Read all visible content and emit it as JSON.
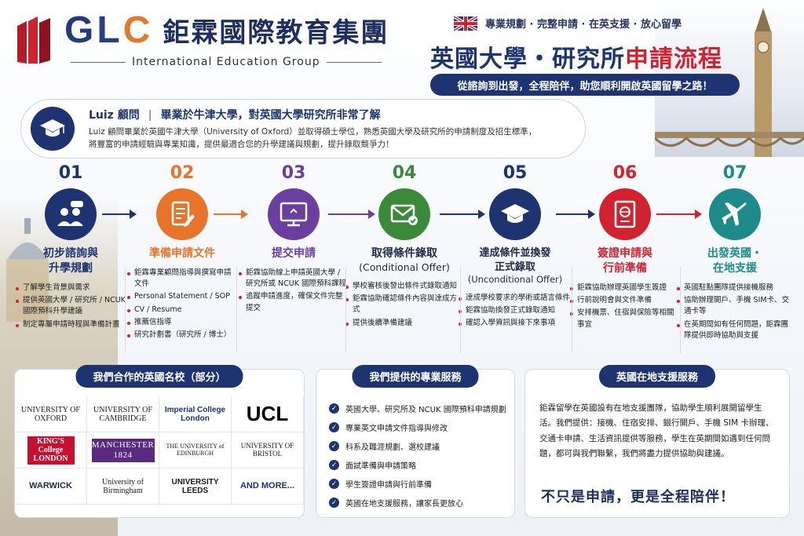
{
  "header": {
    "brand_letters": [
      "G",
      "L",
      "C"
    ],
    "brand_cn": "鉅霖國際教育集團",
    "brand_en": "International Education Group",
    "tagline": "專業規劃 · 完整申請 · 在英支援 · 放心留學",
    "title_main": "英國大學・研究所",
    "title_accent": "申請流程",
    "subtitle": "從諮詢到出發，全程陪伴，助您順利開啟英國留學之路！"
  },
  "advisor": {
    "name": "Luiz 顧問",
    "headline": "畢業於牛津大學，對英國大學研究所非常了解",
    "desc_line1": "Luiz 顧問畢業於英國牛津大學（University of Oxford）並取得碩士學位，熟悉英國大學及研究所的申請制度及招生標準，",
    "desc_line2": "將豐富的申請經驗與專業知識，提供最適合您的升學建議與規劃，提升錄取競爭力！"
  },
  "steps": [
    {
      "num": "01",
      "title1": "初步諮詢與",
      "title2": "升學規劃",
      "title3": "",
      "color": "#1e3470",
      "items": [
        "了解學生背景與需求",
        "提供英國大學 / 研究所 / NCUK 國際預科升學建議",
        "制定專屬申請時程與準備計畫"
      ]
    },
    {
      "num": "02",
      "title1": "準備申請文件",
      "title2": "",
      "title3": "",
      "color": "#e8742a",
      "items": [
        "鉅霖專業顧問指導與撰寫申請文件",
        "Personal Statement / SOP",
        "CV / Resume",
        "推薦信指導",
        "研究計劃書（研究所 / 博士）"
      ]
    },
    {
      "num": "03",
      "title1": "提交申請",
      "title2": "",
      "title3": "",
      "color": "#6b3fa0",
      "items": [
        "鉅霖協助線上申請英國大學 / 研究所或 NCUK 國際預科課程",
        "追蹤申請進度，確保文件完整提交"
      ]
    },
    {
      "num": "04",
      "title1": "取得條件錄取",
      "title2": "(Conditional Offer)",
      "title3": "",
      "color": "#3b8a3a",
      "items": [
        "學校審核後發出條件式錄取通知",
        "鉅霖協助確認條件內容與達成方式",
        "提供後續準備建議"
      ]
    },
    {
      "num": "05",
      "title1": "達成條件並換發",
      "title2": "正式錄取",
      "title3": "(Unconditional Offer)",
      "color": "#1e3470",
      "items": [
        "達成學校要求的學術或語言條件",
        "鉅霖協助換發正式錄取通知",
        "確認入學資訊與接下來事項"
      ]
    },
    {
      "num": "06",
      "title1": "簽證申請與",
      "title2": "行前準備",
      "title3": "",
      "color": "#d3222f",
      "items": [
        "鉅霖協助辦理英國學生簽證",
        "行前說明會與文件準備",
        "安排機票、住宿與保險等相關事宜"
      ]
    },
    {
      "num": "07",
      "title1": "出發英國・",
      "title2": "在地支援",
      "title3": "",
      "color": "#1f8a8a",
      "items": [
        "英國駐點團隊提供接機服務",
        "協助辦理開戶、手機 SIM卡、交通卡等",
        "在英期間如有任何問題，鉅霖團隊提供即時協助與支援"
      ]
    }
  ],
  "universities": {
    "heading": "我們合作的英國名校（部分）",
    "list": [
      "UNIVERSITY OF OXFORD",
      "UNIVERSITY OF CAMBRIDGE",
      "Imperial College London",
      "UCL",
      "KING'S College LONDON",
      "MANCHESTER 1824",
      "THE UNIVERSITY of EDINBURGH",
      "UNIVERSITY OF BRISTOL",
      "WARWICK",
      "University of Birmingham",
      "UNIVERSITY LEEDS",
      "AND MORE..."
    ]
  },
  "services": {
    "heading": "我們提供的專業服務",
    "items": [
      "英國大學、研究所及 NCUK 國際預科申請規劃",
      "專業英文申請文件指導與修改",
      "科系及職涯規劃、選校建議",
      "面試準備與申請策略",
      "學生簽證申請與行前準備",
      "英國在地支援服務，讓家長更放心"
    ]
  },
  "support": {
    "heading": "英國在地支援服務",
    "text": "鉅霖留學在英國設有在地支援團隊，協助學生順利展開留學生活。我們提供：接機、住宿安排、銀行開戶、手機 SIM 卡辦理、交通卡申請、生活資訊提供等服務，學生在英期間如遇到任何問題，都可與我們聯繫，我們將盡力提供協助與建議。",
    "slogan": "不只是申請，更是全程陪伴！"
  }
}
